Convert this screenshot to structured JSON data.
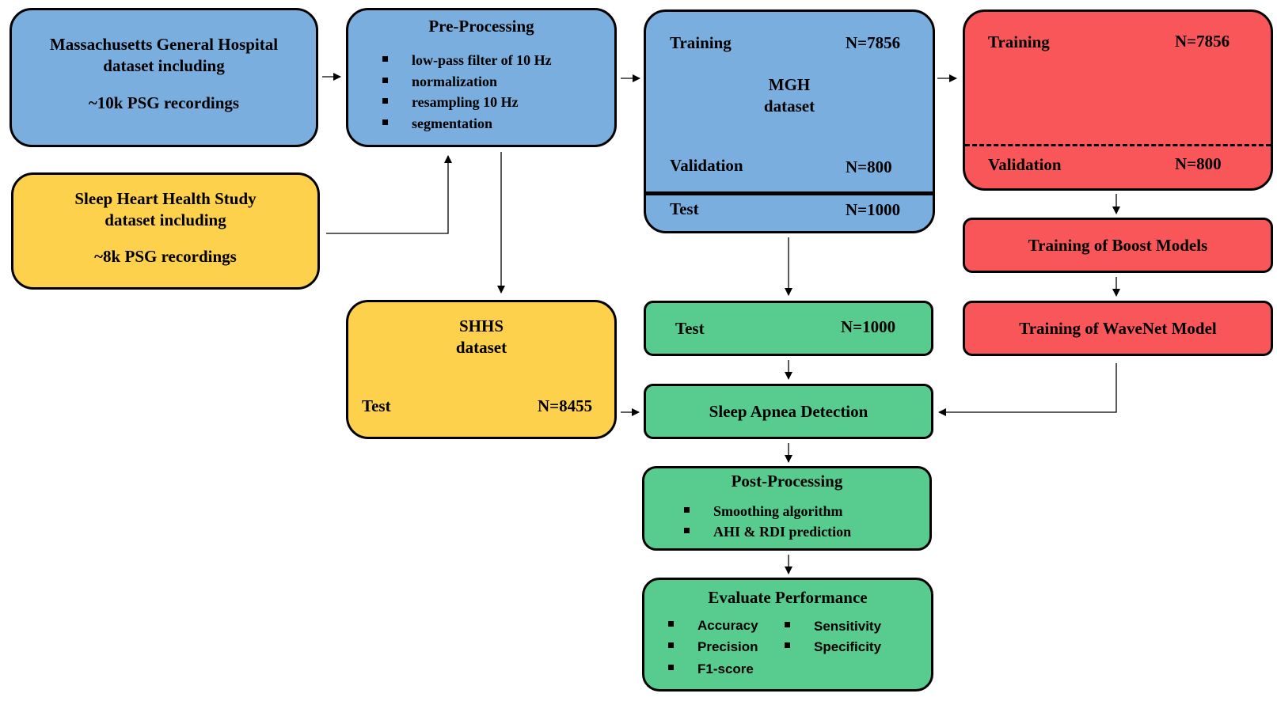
{
  "mgh_source": {
    "line1": "Massachusetts General Hospital",
    "line2": "dataset including",
    "line3": "~10k PSG recordings"
  },
  "shhs_source": {
    "line1": "Sleep Heart Health Study",
    "line2": "dataset including",
    "line3": "~8k PSG recordings"
  },
  "preprocessing": {
    "title": "Pre-Processing",
    "items": [
      "low-pass filter of 10 Hz",
      "normalization",
      "resampling 10 Hz",
      "segmentation"
    ]
  },
  "mgh_split": {
    "title_line1": "MGH",
    "title_line2": "dataset",
    "training_label": "Training",
    "training_n": "N=7856",
    "validation_label": "Validation",
    "validation_n": "N=800",
    "test_label": "Test",
    "test_n": "N=1000"
  },
  "red_split": {
    "training_label": "Training",
    "training_n": "N=7856",
    "validation_label": "Validation",
    "validation_n": "N=800"
  },
  "boost": {
    "label": "Training of Boost Models"
  },
  "wavenet": {
    "label": "Training of WaveNet Model"
  },
  "shhs_dataset": {
    "title_line1": "SHHS",
    "title_line2": "dataset",
    "test_label": "Test",
    "test_n": "N=8455"
  },
  "mgh_test": {
    "label": "Test",
    "n": "N=1000"
  },
  "detection": {
    "label": "Sleep Apnea Detection"
  },
  "postprocessing": {
    "title": "Post-Processing",
    "items": [
      "Smoothing algorithm",
      "AHI & RDI prediction"
    ]
  },
  "evaluate": {
    "title": "Evaluate Performance",
    "col1": [
      "Accuracy",
      "Precision",
      "F1-score"
    ],
    "col2": [
      "Sensitivity",
      "Specificity"
    ]
  },
  "colors": {
    "blue": "#7aaedf",
    "yellow": "#fdd14c",
    "red": "#f95659",
    "green": "#58cc8e"
  }
}
